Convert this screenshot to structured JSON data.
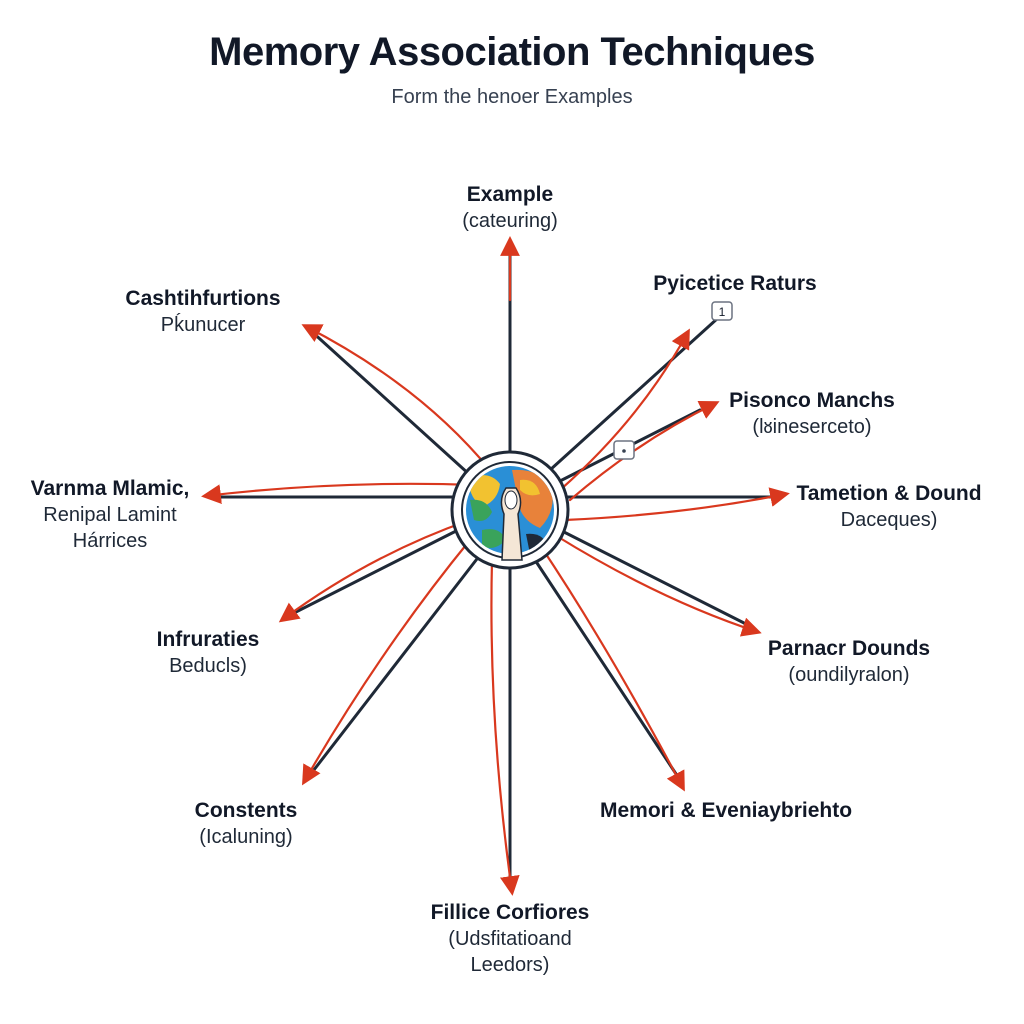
{
  "title": "Memory Association Techniques",
  "subtitle": "Form the henoer Examples",
  "colors": {
    "spoke": "#1f2937",
    "arrow": "#d9381e",
    "hub_ocean": "#2a8fd6",
    "hub_land_orange": "#e8823a",
    "hub_land_yellow": "#f2c230",
    "hub_land_green": "#3aa35b"
  },
  "hub": {
    "icon": "globe-head-icon"
  },
  "nodes": [
    {
      "id": "top",
      "name": "Example",
      "sub": [
        "(cateuring)"
      ]
    },
    {
      "id": "upper-left",
      "name": "Cashtihfurtions",
      "sub": [
        "Pḱunucer"
      ]
    },
    {
      "id": "upper-right",
      "name": "Pyicetice Raturs",
      "sub": [],
      "badge": "1"
    },
    {
      "id": "right-upper",
      "name": "Pisonco Manchs",
      "sub": [
        "(lᴕineserceto)"
      ]
    },
    {
      "id": "left",
      "name": "Varnma Mlamic,",
      "sub": [
        "Renipal Lamint",
        "Hárrices"
      ]
    },
    {
      "id": "right",
      "name": "Tametion & Dound",
      "sub": [
        "Daceques)"
      ]
    },
    {
      "id": "left-lower",
      "name": "Infruraties",
      "sub": [
        "Beducls)"
      ]
    },
    {
      "id": "right-lower",
      "name": "Parnacr Dounds",
      "sub": [
        "(oundilyralon)"
      ]
    },
    {
      "id": "bottom-left",
      "name": "Constents",
      "sub": [
        "(Icaluning)"
      ]
    },
    {
      "id": "bottom-right",
      "name": "Memori & Eveniaybriehto",
      "sub": []
    },
    {
      "id": "bottom",
      "name": "Fillice Corfiores",
      "sub": [
        "(Udsfitatioand",
        "Leedors)"
      ]
    }
  ]
}
